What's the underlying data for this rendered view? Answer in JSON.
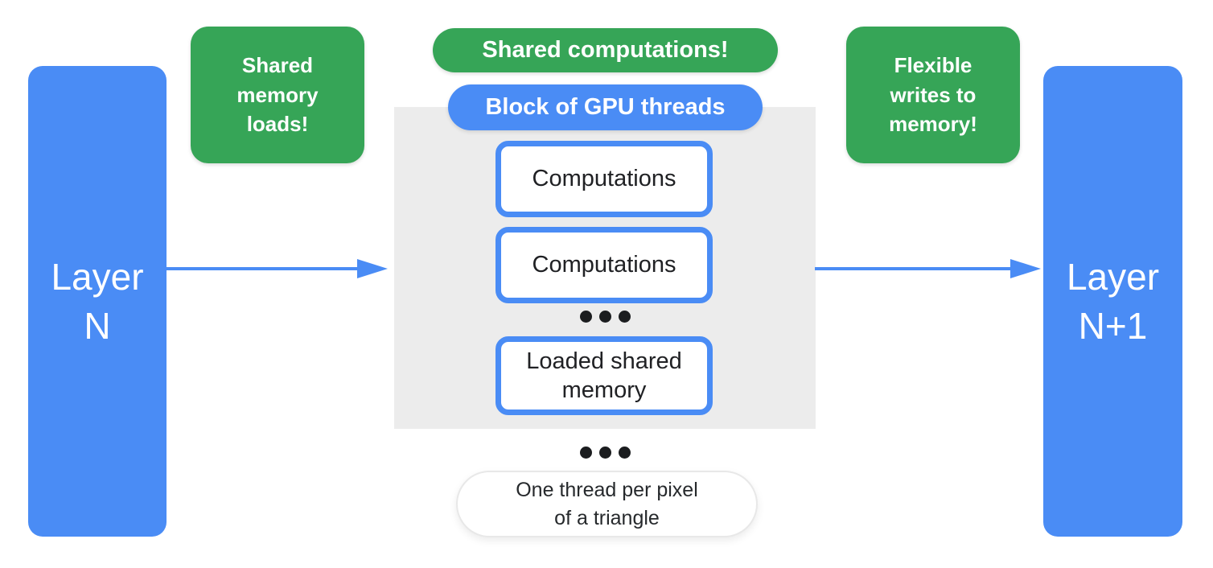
{
  "colors": {
    "blue": "#4A8CF5",
    "green": "#36A557",
    "block_gray": "#ECECEC",
    "text_dark": "#202124",
    "dot_black": "#1b1d1f"
  },
  "layers": {
    "left": "Layer N",
    "right": "Layer N+1"
  },
  "notes": {
    "left": "Shared memory loads!",
    "center": "Shared computations!",
    "right": "Flexible writes to memory!"
  },
  "block": {
    "label": "Block of GPU threads",
    "items": [
      "Computations",
      "Computations",
      "Loaded shared memory"
    ]
  },
  "caption": "One thread per pixel of a triangle",
  "icons": {
    "left_arrow": "right-pointing-arrow-icon",
    "right_arrow": "right-pointing-arrow-icon",
    "ellipsis": "ellipsis-dots-icon"
  }
}
